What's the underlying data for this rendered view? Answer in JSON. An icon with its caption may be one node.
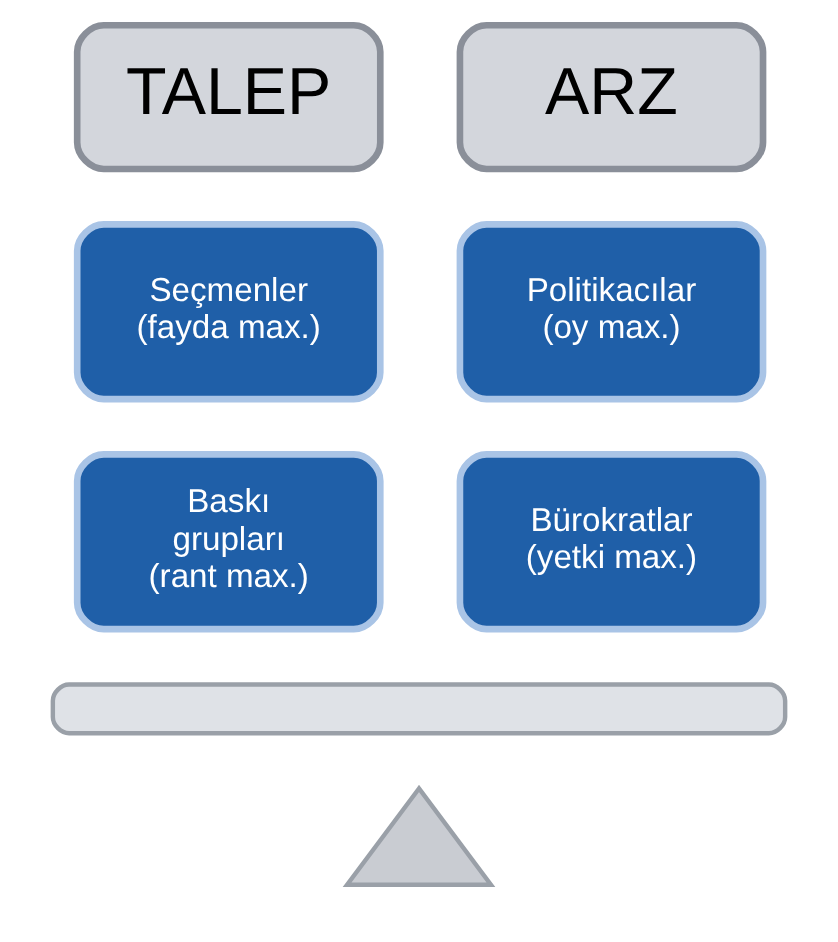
{
  "diagram": {
    "nodes": [
      {
        "text": [
          "TALEP"
        ]
      },
      {
        "text": [
          "ARZ"
        ]
      },
      {
        "text": [
          "Seçmenler (fayda max.)"
        ]
      },
      {
        "text": [
          "Politikacılar (oy max.)"
        ]
      },
      {
        "text": [
          "Baskı grupları (rant max.)"
        ]
      },
      {
        "text": [
          "Bürokratlar (yetki max.)"
        ]
      },
      {
        "text": [],
        "shape": "bar"
      },
      {
        "text": [],
        "shape": "triangle"
      }
    ],
    "edges": []
  }
}
